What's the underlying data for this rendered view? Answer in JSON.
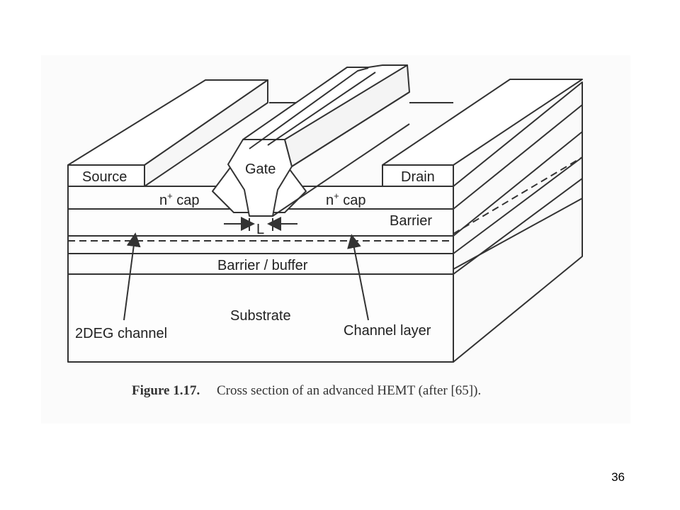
{
  "diagram": {
    "labels": {
      "source": "Source",
      "gate": "Gate",
      "drain": "Drain",
      "n_cap": "n",
      "n_cap_sup": "+",
      "n_cap_suffix": " cap",
      "barrier": "Barrier",
      "length": "L",
      "barrier_buffer": "Barrier / buffer",
      "substrate": "Substrate",
      "twodeg": "2DEG channel",
      "channel_layer": "Channel layer"
    },
    "caption": {
      "number": "Figure 1.17.",
      "text": "Cross section of an advanced HEMT (after [65])."
    }
  },
  "page": {
    "number": "36"
  }
}
